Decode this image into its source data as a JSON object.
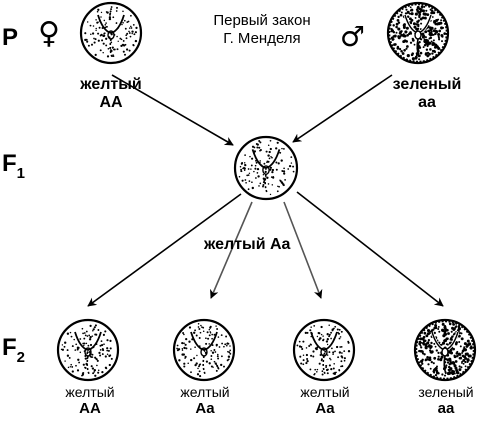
{
  "title": {
    "line1": "Первый закон",
    "line2": "Г. Менделя"
  },
  "generations": {
    "p": "P",
    "f1": "F",
    "f1_sub": "1",
    "f2": "F",
    "f2_sub": "2"
  },
  "symbols": {
    "female": "♀",
    "male": "♂"
  },
  "parents": {
    "female": {
      "phenotype": "желтый",
      "genotype": "AA",
      "seed_color": "yellow"
    },
    "male": {
      "phenotype": "зеленый",
      "genotype": "aa",
      "seed_color": "green"
    }
  },
  "f1": {
    "phenotype": "желтый",
    "genotype": "Aa",
    "seed_color": "yellow"
  },
  "f2": [
    {
      "phenotype": "желтый",
      "genotype": "AA",
      "seed_color": "yellow"
    },
    {
      "phenotype": "желтый",
      "genotype": "Aa",
      "seed_color": "yellow"
    },
    {
      "phenotype": "желтый",
      "genotype": "Aa",
      "seed_color": "yellow"
    },
    {
      "phenotype": "зеленый",
      "genotype": "aa",
      "seed_color": "green"
    }
  ]
}
